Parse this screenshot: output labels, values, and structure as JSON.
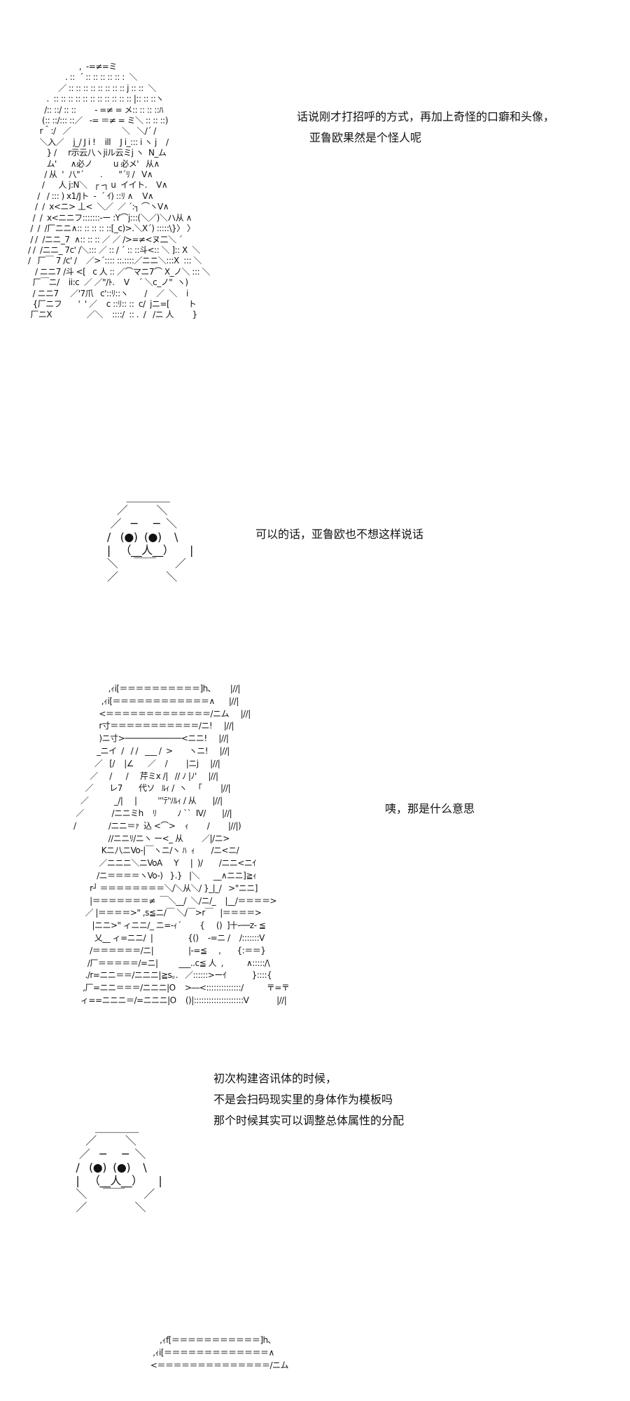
{
  "panels": [
    {
      "art": "                      ,  -=≠=ミ\n                . ::  ´ :: :: :: :: :: :  ＼\n             ／ :: :: :: :: :: :: :: :: j :: ::  ＼\n        .  :: :: :: :: :: :: :: :: :: :: :: |:: :: ::ヽ\n       /:: ::/ :: ::        - =≠ = メ:: :: :: ::ﾊ\n      (:: ::/::: ::／   -= ＝≠ = ミ＼ :: :: ::)\n     r＾:/   ／                      ＼   ＼/´ /\n     ＼入／    j_/ J i !    ill    J i_::: i ヽ j    /\n        } /     r示云八ヽjiル云ミj ヽ  N_ム\n        ム'      ∧必ノ         u 必メ'   从∧\n       / 从  '  八\"´       .       \"´ﾘ /   V∧\n      /      人 j:N＼   ┌ -┐ u  イイト.    V∧\n    /   / ::: ) x1/Jト  -  ´ ｲ) ::ﾘ ∧    V∧\n   /  /  x<ニ> 丄<  ＼／  ／ ´:┐ ⌒ヽV∧\n  /  /  x<ニニフ:::::::-ー :Y⌒j:::(＼／)＼ハ从 ∧\n /  /  /厂ニニ∧:: :: :: :: ::[_c)>.＼X´) :::::\\}〉 〉\n / /  /ニニ_7  ∧:: :: :: ／ ／ />=≠<ヌ二＼ ´\n/ /  /ニニ_ 7c' /＼::: ／ :: / ´ :: ::斗<:: ＼ ]:: X  ＼\n/   厂￣ 7 /c' /    ／>´:::: ::.::::／ニニ＼:::X  ::: ＼\n   / ニニ7 /斗 <[   c 人 :: ／⌒マニ7⌒ X_ノ＼ ::: ＼\n  厂￣ニ/    ii:c  ／ ／\"/ﾄ.    V    ´ ＼c_ノ\"  ヽ)\n  / ニニ7     ／'7爪   c'::ﾘ::ヽ       /    ／  ＼    i\n  {厂ニフ       '  ' ／    c ::ﾘ:: ::  c/  jニ=[        ト\n 厂ニX               ／＼    ::::/  :: .  /   /ニ 人        }",
      "lines": [
        "话说刚才打招呼的方式，再加上奇怪的口癖和头像，",
        "亚鲁欧果然是个怪人呢"
      ]
    },
    {
      "art": "           ＿＿＿＿\n        ／         ＼\n      ／   ─     ─  ＼\n     /   (●)  (●)    \\\n     |   （__人__）     |\n     ＼     ￣￣      ／\n     ／               ＼",
      "lines": [
        "可以的话，亚鲁欧也不想这样说话"
      ]
    },
    {
      "art": "                  ,ｨi[＝＝＝＝＝＝＝＝＝＝]h､        |//|\n               ,ｨi[＝＝＝＝＝＝＝＝＝＝＝＝∧      |//|\n              <＝＝＝＝＝＝＝＝＝＝＝＝＝/ニム     |//|\n              r寸＝＝＝＝＝＝＝＝＝＝＝/ニ!     |//|\n              )ニ寸>────────────<ニニ!     |//|\n             _ニイ  /   / /   ___ /  >       ヽニ!     |//|\n            ／   [/    |∠      ／    /        |ニj     |//|\n          ／     /      /     芹ミx /|   // ﾉ |ﾉ'     |//|\n        ／       レ7       代ソ   ﾙｨ /  ヽ   「        |//|\n      ／           _/|     |         '''ﾃ'ｿﾙｨ / 从       |//|\n    ／            /ニニミh    ﾘ         ﾉ ``  Ⅳ/       |//|\n   /              /ニニ＝ｧ  込 <⌒>    ｨ        /        |//|)\n                  //ニニﾘ/ニヽ ー<_ 从        ／|/ニ>\n               Kニ八ニVo-|￣ヽニ/ヽ ﾊ  ｨ       /ニ<ニ/\n              ／ニニニ＼ニVoA     Y     |  )/       /ニニ<ニｲ\n             /ニ＝＝＝＝ヽVo-)   }.}   |＼      __∧ニニ]≧ｨ\n          r┘ ＝＝＝＝＝＝＝＝＼/＼从＼/ }_|_/   >\"ニニ]\n          |＝＝＝＝＝＝＝≠  ￣＼__/  ＼/ニ/_    |__/＝＝＝＝>\n        ／ |＝＝＝＝>\" ,s≦ニ/￣ ＼/￣>r￣   |＝＝＝＝>\n           |ニニ>\" ィニニ/_ ニ=-ｨ´        {     ()  ]十-──z- ≦\n            乂__ ィ=ニニ/  |               {()    -=ニ /    /:::::::V\n          /＝＝＝＝＝＝/ニ|               |-=≦     ,       {:＝＝}\n         /厂＝＝＝＝＝/=ニ|         ___..c≦ 人  ,          ∧:::::/\\\n        ./r=ニニ＝＝/ニニニ|≧s｡.   ／::::::>ーｲ           }::::{\n       ,厂=ニニ＝＝＝/ニニニ|O    >―<::::::::::::::/          〒=〒\n      ィ==ニニニ＝/=ニニニ|O    ()|::::::::::::::::::::V            |//|",
      "lines": [
        "咦，那是什么意思"
      ]
    },
    {
      "art": "          ＿＿＿＿\n       ／         ＼\n     ／   ─     ─  ＼\n    /   (●)  (●)    \\\n    |   （__人__）     |\n    ＼     ￣￣      ／\n    ／               ＼",
      "lines": [
        "初次构建咨讯体的时候，",
        "不是会扫码现实里的身体作为模板吗",
        "那个时候其实可以调整总体属性的分配"
      ]
    },
    {
      "art": "          ,ｨf[＝＝＝＝＝＝＝＝＝＝＝]h､\n       ,ｨi[＝＝＝＝＝＝＝＝＝＝＝＝＝∧\n      <＝＝＝＝＝＝＝＝＝＝＝＝＝＝/ニム",
      "lines": []
    }
  ]
}
